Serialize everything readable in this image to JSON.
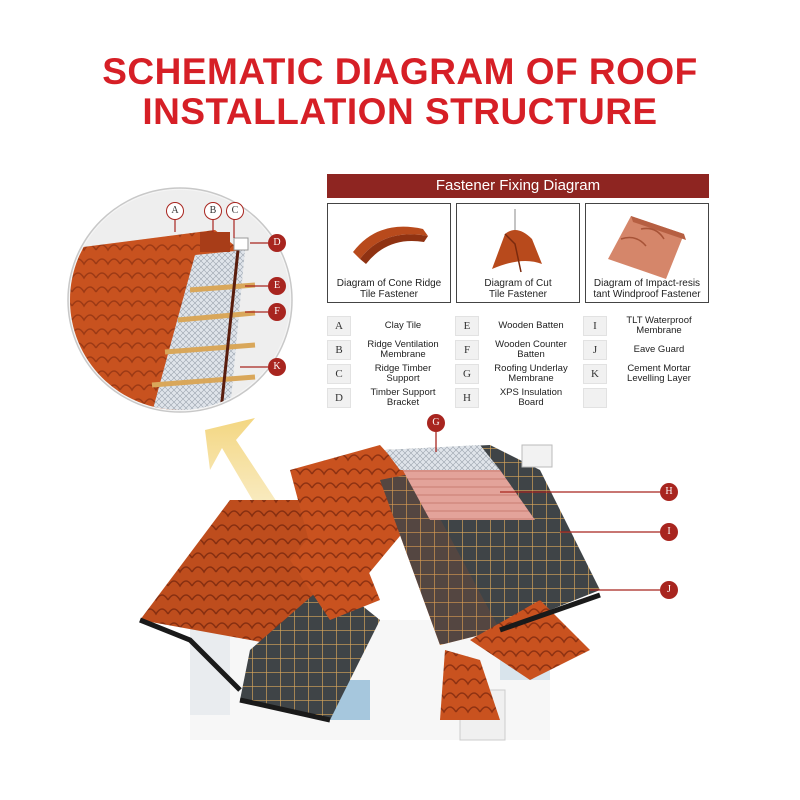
{
  "title": {
    "line1": "SCHEMATIC DIAGRAM OF ROOF",
    "line2": "INSTALLATION STRUCTURE"
  },
  "fastener": {
    "header": "Fastener Fixing Diagram",
    "diagrams": [
      {
        "line1": "Diagram of Cone Ridge",
        "line2": "Tile Fastener"
      },
      {
        "line1": "Diagram of Cut",
        "line2": "Tile Fastener"
      },
      {
        "line1": "Diagram of Impact-resis",
        "line2": "tant Windproof Fastener"
      }
    ]
  },
  "legend": {
    "col1": [
      {
        "letter": "A",
        "line1": "Clay Tile",
        "line2": ""
      },
      {
        "letter": "B",
        "line1": "Ridge Ventilation",
        "line2": "Membrane"
      },
      {
        "letter": "C",
        "line1": "Ridge Timber",
        "line2": "Support"
      },
      {
        "letter": "D",
        "line1": "Timber Support",
        "line2": "Bracket"
      }
    ],
    "col2": [
      {
        "letter": "E",
        "line1": "Wooden Batten",
        "line2": ""
      },
      {
        "letter": "F",
        "line1": "Wooden Counter",
        "line2": "Batten"
      },
      {
        "letter": "G",
        "line1": "Roofing Underlay",
        "line2": "Membrane"
      },
      {
        "letter": "H",
        "line1": "XPS Insulation",
        "line2": "Board"
      }
    ],
    "col3": [
      {
        "letter": "I",
        "line1": "TLT Waterproof",
        "line2": "Membrane"
      },
      {
        "letter": "J",
        "line1": "Eave Guard",
        "line2": ""
      },
      {
        "letter": "K",
        "line1": "Cement Mortar",
        "line2": "Levelling Layer"
      }
    ]
  },
  "pins": {
    "a": "A",
    "b": "B",
    "c": "C",
    "d": "D",
    "e": "E",
    "f": "F",
    "k": "K",
    "g": "G",
    "h": "H",
    "i": "I",
    "j": "J"
  },
  "colors": {
    "title": "#d61f26",
    "header": "#8e2521",
    "pin": "#a8251f",
    "tile": "#c9521f",
    "batten": "#d9a75a",
    "membrane": "#4a4a4a"
  }
}
